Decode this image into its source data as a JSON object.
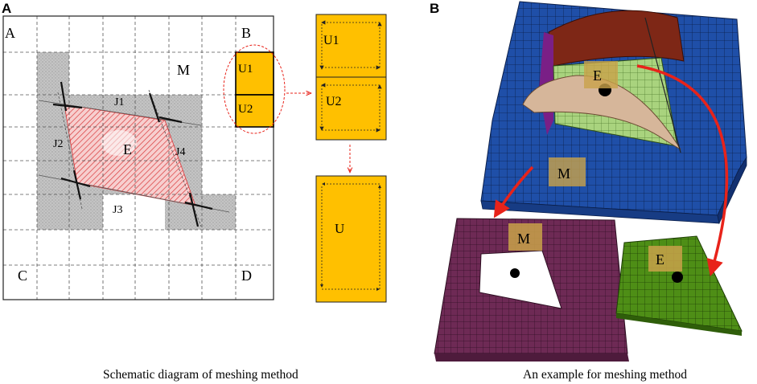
{
  "panel_a": {
    "letter": "A",
    "caption": "Schematic diagram of meshing method",
    "grid": {
      "corner_labels": [
        "A",
        "B",
        "C",
        "D"
      ],
      "region_m": "M",
      "region_e": "E",
      "joints": [
        "J1",
        "J2",
        "J3",
        "J4"
      ],
      "units": [
        "U1",
        "U2"
      ]
    },
    "split_units": [
      "U1",
      "U2"
    ],
    "merged_unit": "U"
  },
  "panel_b": {
    "letter": "B",
    "caption": "An example for meshing method",
    "labels": {
      "plate_e": "E",
      "plate_m": "M",
      "matrix_m": "M",
      "element_e": "E"
    }
  },
  "colors": {
    "unit_fill": "#FFC000",
    "plate_blue": "#1F4FA8",
    "matrix_purple": "#6E2A55",
    "element_green": "#4E8E16",
    "arrow_red": "#E8231A",
    "hatch_red": "#D9383A",
    "contact_gray": "#BFBFBF"
  }
}
